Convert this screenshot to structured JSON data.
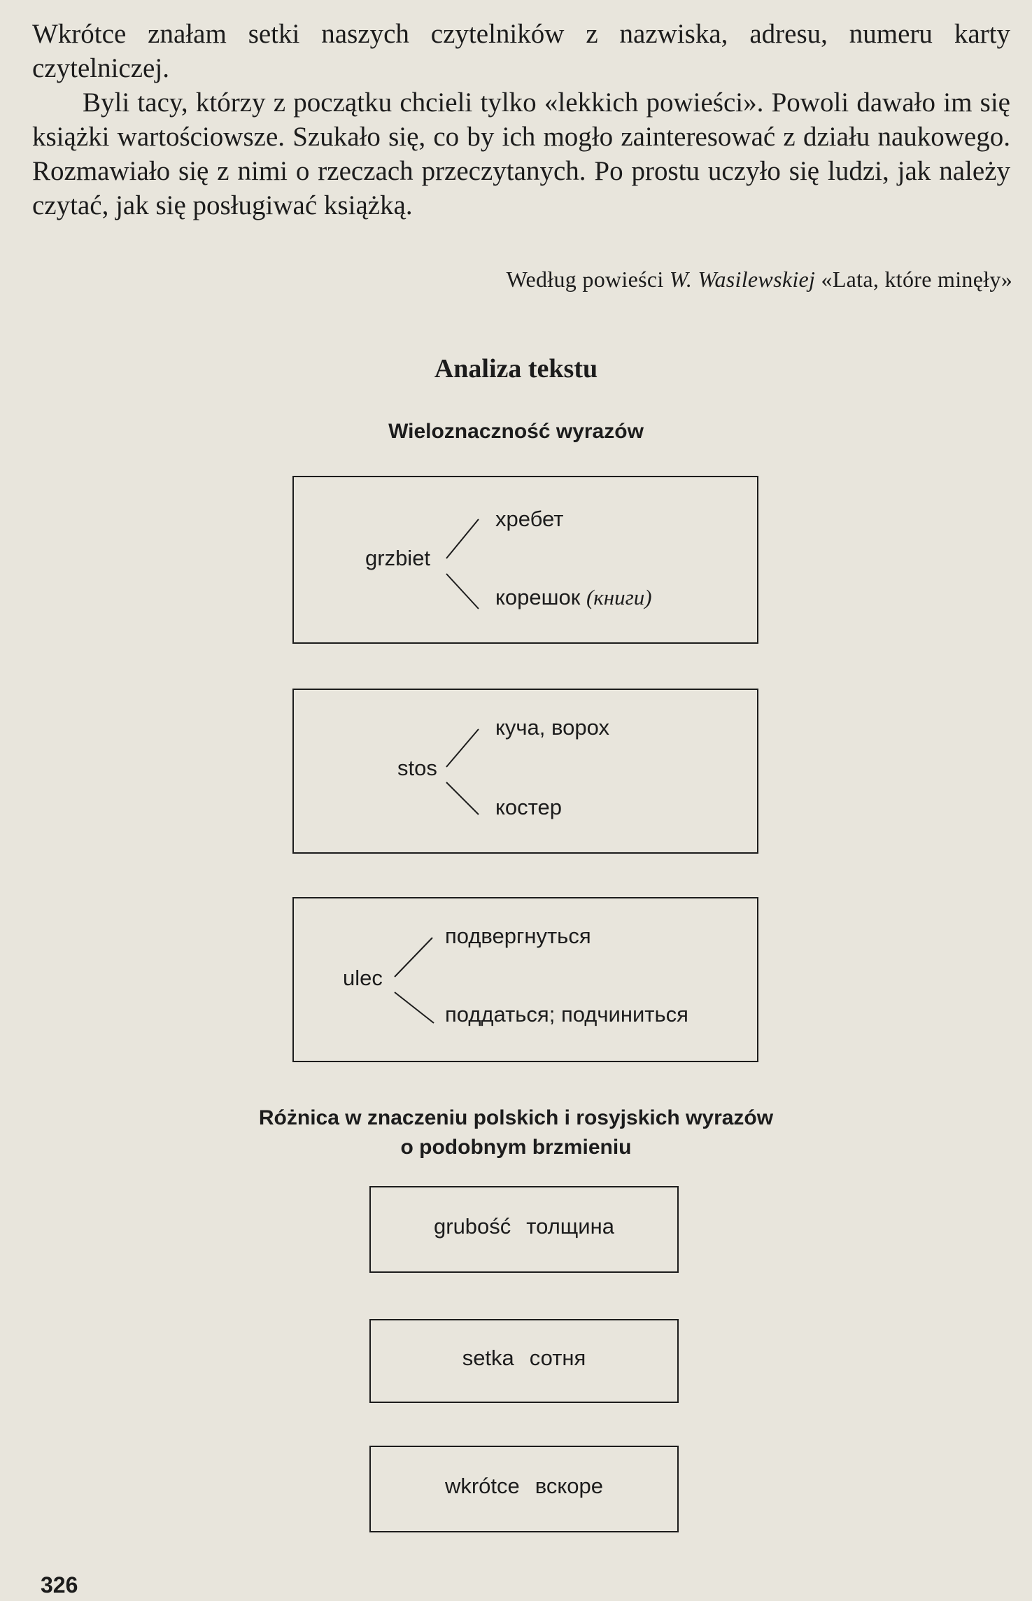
{
  "text": {
    "para1": "Wkrótce znałam setki naszych czytelników z nazwiska, adresu, numeru karty czytelniczej.",
    "para2": "Byli tacy, którzy z początku chcieli tylko «lekkich powieści». Powoli dawało im się książki wartościowsze. Szukało się, co by ich mogło zainteresować z działu naukowego. Rozmawiało się z nimi o rzeczach przeczytanych. Po prostu uczyło się ludzi, jak należy czytać, jak się posługiwać książką."
  },
  "source": {
    "prefix": "Według powieści",
    "author": "W. Wasilewskiej",
    "title": "«Lata, które minęły»"
  },
  "analysis": {
    "title": "Analiza tekstu",
    "polysemy_title": "Wieloznaczność wyrazów",
    "words": [
      {
        "word": "grzbiet",
        "meaning1": "хребет",
        "meaning2": "корешок",
        "meaning2_note": "(книги)"
      },
      {
        "word": "stos",
        "meaning1": "куча, ворох",
        "meaning2": "костер"
      },
      {
        "word": "ulec",
        "meaning1": "подвергнуться",
        "meaning2": "поддаться; подчиниться"
      }
    ],
    "difference_title_line1": "Różnica w znaczeniu polskich i rosyjskich wyrazów",
    "difference_title_line2": "o podobnym brzmieniu",
    "pairs": [
      {
        "polish": "grubość",
        "russian": "толщина"
      },
      {
        "polish": "setka",
        "russian": "сотня"
      },
      {
        "polish": "wkrótce",
        "russian": "вскоре"
      }
    ]
  },
  "page_number": "326"
}
